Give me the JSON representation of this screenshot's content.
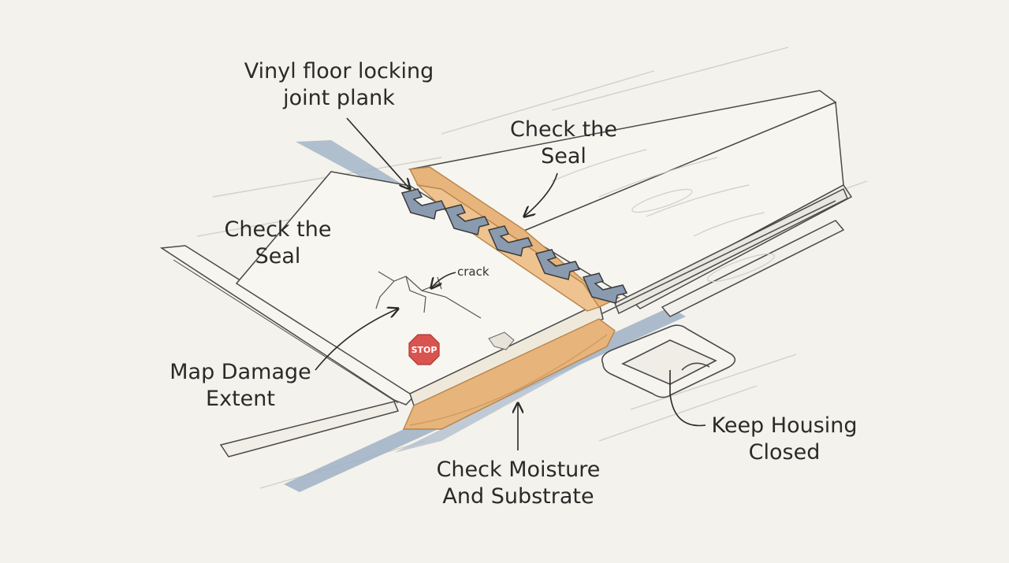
{
  "labels": {
    "plank": [
      "Vinyl floor locking",
      "joint plank"
    ],
    "seal_top": [
      "Check the",
      "Seal"
    ],
    "seal_left": [
      "Check the",
      "Seal"
    ],
    "crack": "crack",
    "map_damage": [
      "Map Damage",
      "Extent"
    ],
    "moisture": [
      "Check Moisture",
      "And Substrate"
    ],
    "housing": [
      "Keep Housing",
      "Closed"
    ],
    "stop_sign": "STOP"
  },
  "colors": {
    "background": "#f4f2ec",
    "plank_fill": "#f7f5ef",
    "outline": "#4a4a4a",
    "tan": "#e7b57c",
    "tan_dark": "#cf9a60",
    "blue_shadow": "#9fb1c6",
    "joint_blue": "#6f849c",
    "stop_red": "#d9534f"
  }
}
